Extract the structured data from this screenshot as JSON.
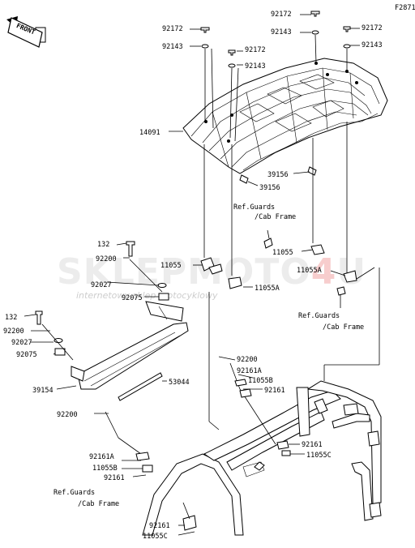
{
  "figure_code": "F2871",
  "front_label": "FRONT",
  "watermark": {
    "main_a": "SKLEP",
    "main_b": "MOTO",
    "main_c": "4",
    "main_d": "U",
    "sub": "internetowy sklep motocyklowy"
  },
  "part_numbers": {
    "p92172_a": "92172",
    "p92143_a": "92143",
    "p92172_b": "92172",
    "p92143_b": "92143",
    "p92172_c": "92172",
    "p92143_c": "92143",
    "p92172_d": "92172",
    "p92143_d": "92143",
    "p14091": "14091",
    "p39156_a": "39156",
    "p39156_b": "39156",
    "ref1_a": "Ref.Guards",
    "ref1_b": "/Cab Frame",
    "p11055_a": "11055",
    "p11055_b": "11055",
    "p11055A_a": "11055A",
    "p11055A_b": "11055A",
    "ref2_a": "Ref.Guards",
    "ref2_b": "/Cab Frame",
    "p132_a": "132",
    "p92200_a": "92200",
    "p92027_a": "92027",
    "p92075_a": "92075",
    "p132_b": "132",
    "p92200_b": "92200",
    "p92027_b": "92027",
    "p92075_b": "92075",
    "p39154": "39154",
    "p53044": "53044",
    "p92200_c": "92200",
    "p92161A_a": "92161A",
    "p11055B_a": "11055B",
    "p92161_a": "92161",
    "p92200_d": "92200",
    "p92161_b": "92161",
    "p11055C_a": "11055C",
    "p92161A_b": "92161A",
    "p11055B_b": "11055B",
    "p92161_c": "92161",
    "ref3_a": "Ref.Guards",
    "ref3_b": "/Cab Frame",
    "p92161_d": "92161",
    "p11055C_b": "11055C"
  }
}
